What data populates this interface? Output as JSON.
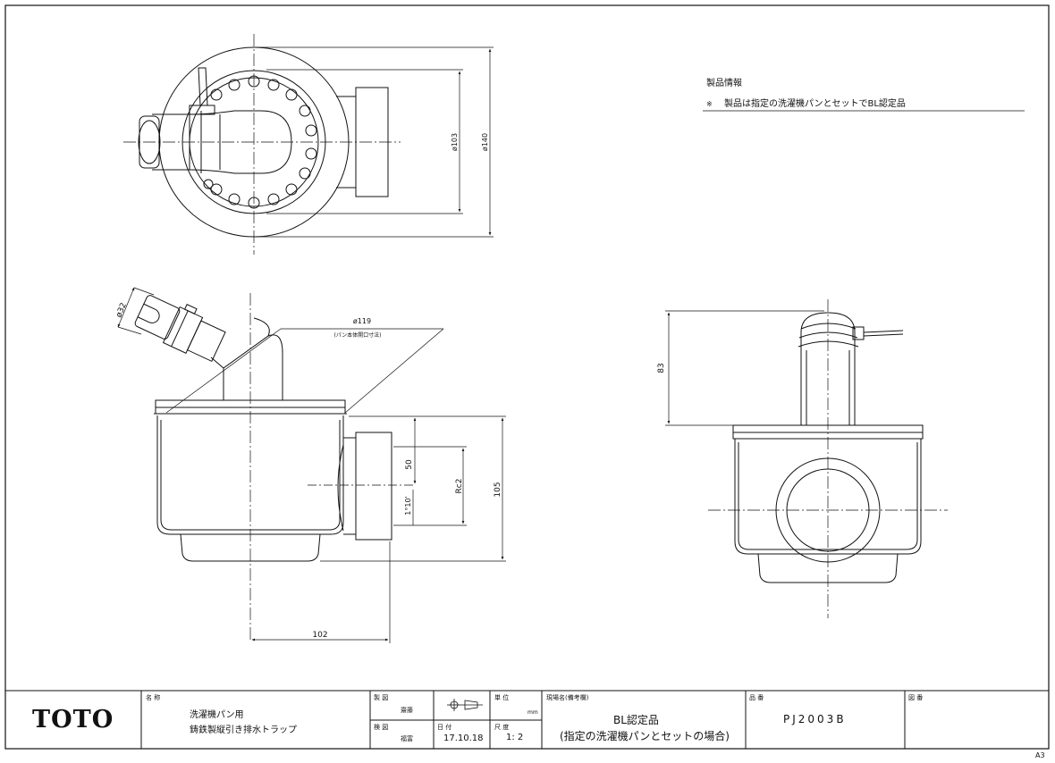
{
  "info": {
    "heading": "製品情報",
    "note_mark": "※",
    "note": "製品は指定の洗濯機パンとセットでBL認定品"
  },
  "dimensions": {
    "top_inner_dia": "ø103",
    "top_outer_dia": "ø140",
    "pipe_dia": "ø32",
    "pan_hole_dia": "ø119",
    "pan_hole_note": "(パン本体開口寸法)",
    "outlet_offset": "50",
    "thread": "Rc2",
    "slope": "1°10'",
    "height": "105",
    "length": "102",
    "side_height": "83"
  },
  "title_block": {
    "logo": "TOTO",
    "name_label": "名 称",
    "name_line1": "洗濯機パン用",
    "name_line2": "鋳鉄製縦引き排水トラップ",
    "drawn_label": "製 図",
    "drawn_by": "齋藤",
    "checked_label": "検 図",
    "checked_by": "福富",
    "date_label": "日 付",
    "date": "17.10.18",
    "unit_label": "単 位",
    "unit": "mm",
    "scale_label": "尺 度",
    "scale": "1: 2",
    "site_label": "現場名(備考欄)",
    "site_line1": "BL認定品",
    "site_line2": "(指定の洗濯機パンとセットの場合)",
    "product_no_label": "品 番",
    "product_no": "PJ2003B",
    "drawing_no_label": "図 番",
    "drawing_no": "",
    "sheet_size": "A3"
  }
}
